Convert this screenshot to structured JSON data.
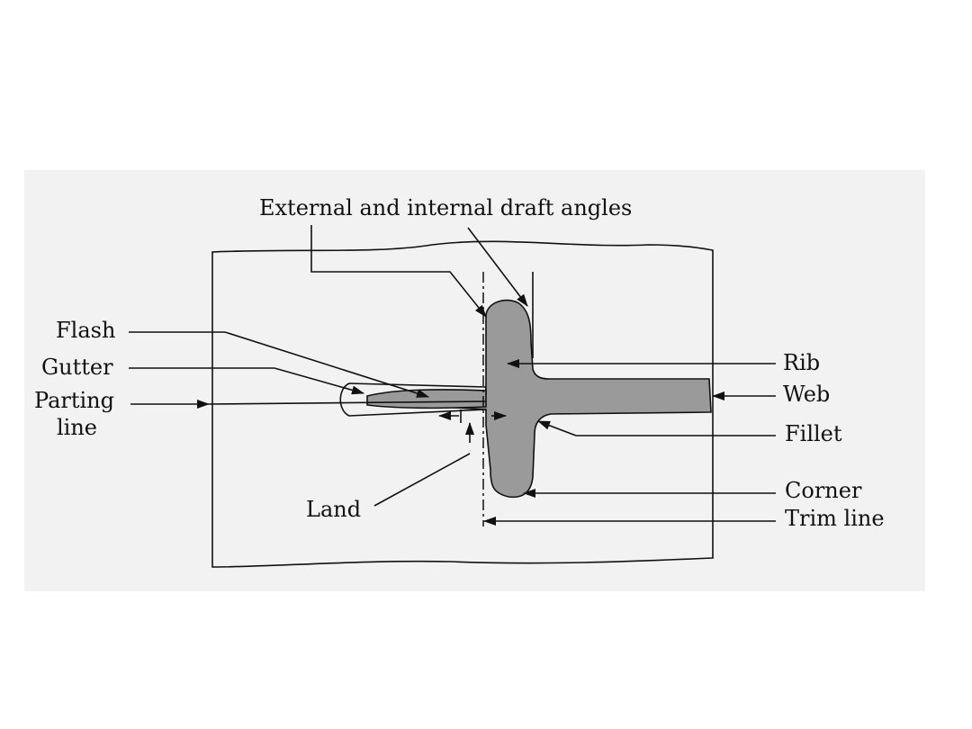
{
  "diagram": {
    "colors": {
      "panel": "#f2f2f2",
      "section": "#9a9a9a",
      "ink": "#111111"
    },
    "labels": {
      "draft_angles": "External and internal draft angles",
      "flash": "Flash",
      "gutter": "Gutter",
      "parting_line_1": "Parting",
      "parting_line_2": "line",
      "rib": "Rib",
      "web": "Web",
      "fillet": "Fillet",
      "land": "Land",
      "corner": "Corner",
      "trim_line": "Trim line"
    }
  }
}
